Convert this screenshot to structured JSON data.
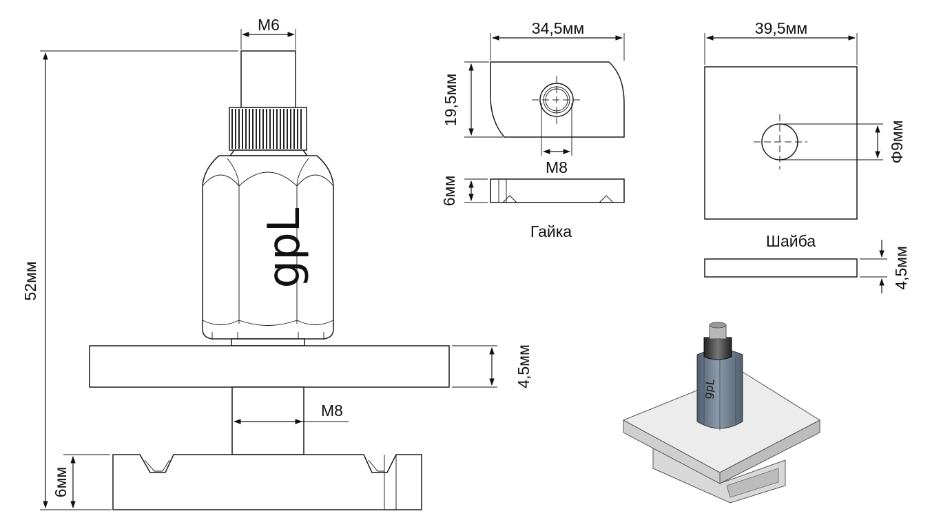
{
  "labels": {
    "m6": "M6",
    "height_total": "52мм",
    "washer_thickness_main": "4,5мм",
    "m8_main": "M8",
    "nut_height_main": "6мм",
    "nut_width": "34,5мм",
    "nut_depth": "19,5мм",
    "nut_thread": "M8",
    "nut_side_height": "6мм",
    "nut_caption": "Гайка",
    "washer_width": "39,5мм",
    "washer_hole": "Φ9мм",
    "washer_caption": "Шайба",
    "washer_thickness": "4,5мм",
    "logo": "gpL"
  },
  "colors": {
    "line": "#111111",
    "render_body": "#6e7f8f",
    "render_plate": "#e6e6e6"
  }
}
